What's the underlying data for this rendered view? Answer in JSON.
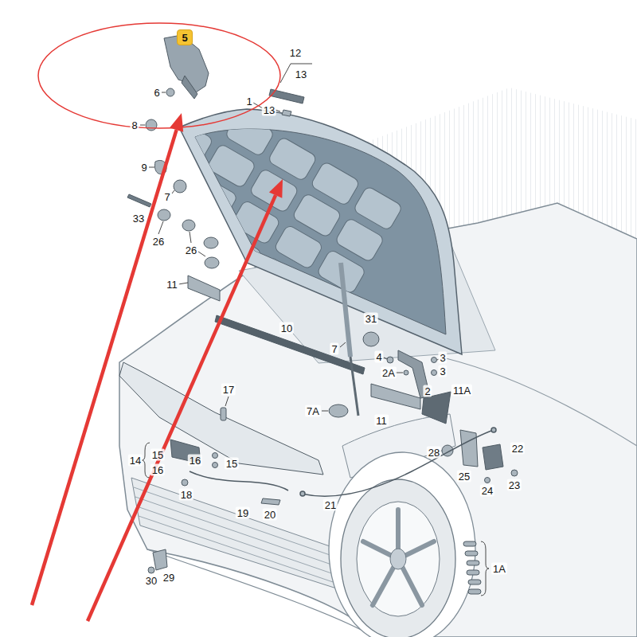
{
  "diagram": {
    "nodes": [
      {
        "text": [
          "5"
        ]
      }
    ],
    "labels": [
      "12",
      "13",
      "6",
      "1",
      "13",
      "8",
      "9",
      "7",
      "33",
      "26",
      "26",
      "11",
      "10",
      "31",
      "7",
      "4",
      "3",
      "2A",
      "3",
      "2",
      "11A",
      "17",
      "7A",
      "11",
      "14",
      "15",
      "16",
      "16",
      "15",
      "18",
      "19",
      "20",
      "21",
      "28",
      "25",
      "22",
      "24",
      "23",
      "30",
      "29",
      "1A"
    ]
  }
}
